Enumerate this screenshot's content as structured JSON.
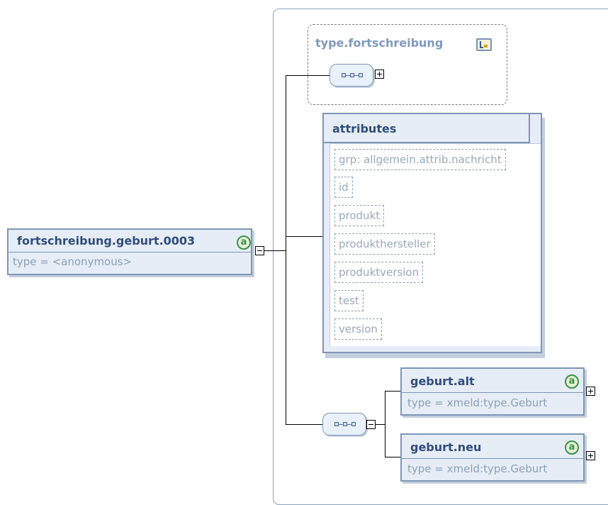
{
  "root": {
    "name": "fortschreibung.geburt.0003",
    "type": "type = <anonymous>",
    "attr_icon": "a"
  },
  "group": {
    "name": "type.fortschreibung"
  },
  "attributes": {
    "title": "attributes",
    "items": [
      "grp: allgemein.attrib.nachricht",
      "id",
      "produkt",
      "produkthersteller",
      "produktversion",
      "test",
      "version"
    ]
  },
  "children": [
    {
      "name": "geburt.alt",
      "type": "type = xmeld:type.Geburt",
      "attr_icon": "a"
    },
    {
      "name": "geburt.neu",
      "type": "type = xmeld:type.Geburt",
      "attr_icon": "a"
    }
  ],
  "colors": {
    "box_fill": "#e6edf7",
    "box_border": "#7e96b8",
    "title_text": "#2f4d7c",
    "type_text": "#8ca0b4",
    "attr_icon": "#3e9146"
  },
  "icons": [
    "attribute-icon",
    "sequence-icon",
    "complex-type-icon",
    "expand-icon",
    "collapse-icon"
  ]
}
